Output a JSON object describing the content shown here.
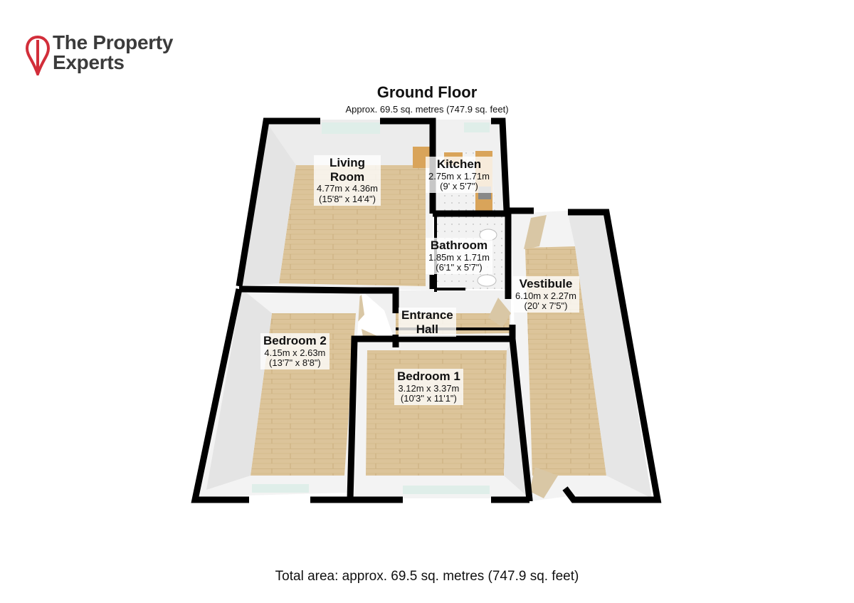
{
  "brand": {
    "line1": "The Property",
    "line2": "Experts",
    "accent": "#d22e3a",
    "text_color": "#3b3b3b"
  },
  "floor": {
    "title": "Ground Floor",
    "area": "Approx. 69.5 sq. metres (747.9 sq. feet)"
  },
  "rooms": {
    "living": {
      "name_line1": "Living",
      "name_line2": "Room",
      "metric": "4.77m x 4.36m",
      "imperial": "(15'8\" x 14'4\")"
    },
    "kitchen": {
      "name": "Kitchen",
      "metric": "2.75m x 1.71m",
      "imperial": "(9' x 5'7\")"
    },
    "bathroom": {
      "name": "Bathroom",
      "metric": "1.85m x 1.71m",
      "imperial": "(6'1\" x 5'7\")"
    },
    "vestibule": {
      "name": "Vestibule",
      "metric": "6.10m x 2.27m",
      "imperial": "(20' x 7'5\")"
    },
    "entrance": {
      "name_line1": "Entrance",
      "name_line2": "Hall"
    },
    "bedroom2": {
      "name": "Bedroom 2",
      "metric": "4.15m x 2.63m",
      "imperial": "(13'7\" x 8'8\")"
    },
    "bedroom1": {
      "name": "Bedroom 1",
      "metric": "3.12m x 3.37m",
      "imperial": "(10'3\" x 11'1\")"
    }
  },
  "colors": {
    "floor_wood": "#dcc49a",
    "wood_line": "#c9ad7e",
    "wall_inner": "#f4f4f4",
    "wall_top": "#000000",
    "tile": "#f1f1f1",
    "door": "#d9c7a5"
  },
  "total": "Total area: approx. 69.5 sq. metres (747.9 sq. feet)"
}
